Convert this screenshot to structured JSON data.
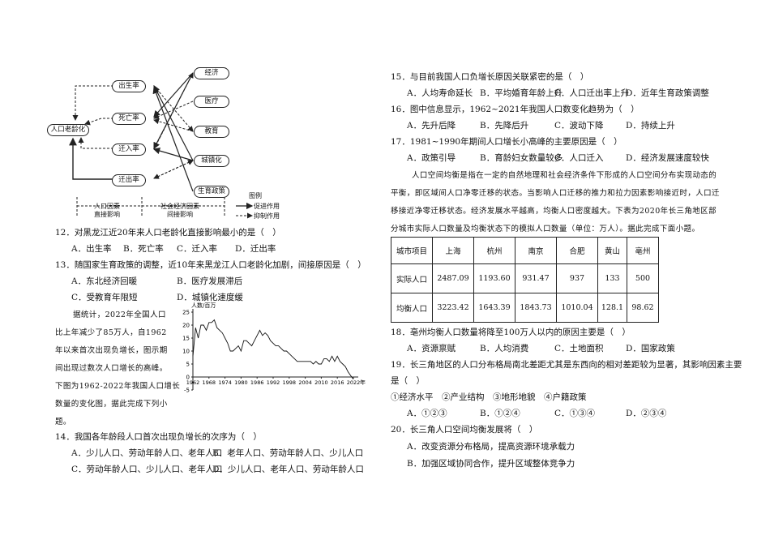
{
  "diagram": {
    "left_nodes": [
      "出生率",
      "死亡率",
      "迁入率",
      "迁出率"
    ],
    "center_node": "人口老龄化",
    "right_nodes": [
      "经济",
      "医疗",
      "教育",
      "城镇化",
      "生育政策"
    ],
    "bottom_left_label_1": "人口因素",
    "bottom_left_label_2": "直接影响",
    "bottom_mid_label_1": "社会经济因素",
    "bottom_mid_label_2": "间接影响",
    "legend_title": "图例",
    "legend_promote": "促进作用",
    "legend_inhibit": "抑制作用"
  },
  "left_questions": {
    "q12": "12．对黑龙江近20年来人口老龄化直接影响最小的是（　）",
    "q12_opts": [
      "A．出生率",
      "B．死亡率",
      "C．迁入率",
      "D．迁出率"
    ],
    "q13": "13．随国家生育政策的调整，近10年来黑龙江人口老龄化加剧，间接原因是（　）",
    "q13_opts": [
      "A．东北经济回暖",
      "B．医疗发展滞后",
      "C．受教育年限短",
      "D．城镇化速度缓"
    ],
    "passage_lines": [
      "据统计，2022年全国人口",
      "比上年减少了85万人，自1962",
      "年以来首次出现负增长，图示期",
      "间出现过数次人口增长的高峰。",
      "下图为1962-2022年我国人口增长",
      "数量的变化图，据此完成下列小",
      "题。"
    ],
    "q14": "14．我国各年龄段人口首次出现负增长的次序为（　）",
    "q14_opts": [
      "A．少儿人口、劳动年龄人口、老年人口",
      "B．老年人口、劳动年龄人口、少儿人口",
      "C．劳动年龄人口、少儿人口、老年人口",
      "D．少儿人口、老年人口、劳动年龄人口"
    ]
  },
  "chart_data": {
    "type": "line",
    "title": "",
    "ylabel": "人数/百万",
    "xlabel": "年",
    "ylim": [
      -5,
      25
    ],
    "yticks": [
      -5,
      0,
      5,
      10,
      15,
      20,
      25
    ],
    "xticks": [
      1962,
      1968,
      1974,
      1980,
      1986,
      1992,
      1998,
      2004,
      2010,
      2016,
      2022
    ],
    "x": [
      1962,
      1963,
      1964,
      1965,
      1966,
      1967,
      1968,
      1969,
      1970,
      1971,
      1972,
      1973,
      1974,
      1975,
      1976,
      1977,
      1978,
      1979,
      1980,
      1981,
      1982,
      1983,
      1984,
      1985,
      1986,
      1987,
      1988,
      1989,
      1990,
      1991,
      1992,
      1993,
      1994,
      1995,
      1996,
      1997,
      1998,
      1999,
      2000,
      2001,
      2002,
      2003,
      2004,
      2005,
      2006,
      2007,
      2008,
      2009,
      2010,
      2011,
      2012,
      2013,
      2014,
      2015,
      2016,
      2017,
      2018,
      2019,
      2020,
      2021,
      2022
    ],
    "y": [
      8,
      19,
      15,
      20,
      20,
      18,
      21,
      21,
      22,
      19,
      18,
      17,
      15,
      13,
      10,
      10,
      11,
      12,
      10,
      14,
      14,
      13,
      12,
      14,
      16,
      18,
      16,
      17,
      16,
      14,
      13,
      12,
      12,
      11,
      10,
      10,
      9,
      8,
      7,
      6,
      6,
      6,
      6,
      6,
      6,
      5,
      6,
      5,
      5,
      7,
      7,
      6,
      8,
      6,
      8,
      6,
      5,
      4,
      2,
      0.5,
      -0.85
    ]
  },
  "right_questions": {
    "q15": "15．与目前我国人口负增长原因关联紧密的是（　）",
    "q15_opts": [
      "A．人均寿命延长",
      "B．平均婚育年龄上升",
      "C．人口迁出率上升",
      "D．近年生育政策调整"
    ],
    "q16": "16．图中信息显示，1962~2021年我国人口数变化趋势为（　）",
    "q16_opts": [
      "A．先升后降",
      "B．先降后升",
      "C．波动下降",
      "D．持续上升"
    ],
    "q17": "17．1981~1990年期间人口增长小高峰的主要原因是（　）",
    "q17_opts": [
      "A．政策引导",
      "B．育龄妇女数量较多",
      "C．人口迁入",
      "D．经济发展速度较快"
    ],
    "passage_lines": [
      "人口空间均衡是指在一定的自然地理和社会经济条件下形成的人口空间分布实现动态的",
      "平衡，即区域间人口净零迁移的状态。当影响人口迁移的推力和拉力因素影响接近时，人口迁",
      "移接近净零迁移状态。经济发展水平越高，均衡人口密度越大。下表为2020年长三角地区部",
      "分城市实际人口数量及均衡状态下的模拟人口数量（单位：万人）。据此完成下面小题。"
    ],
    "table": {
      "header": [
        "城市项目",
        "上海",
        "杭州",
        "南京",
        "合肥",
        "黄山",
        "亳州"
      ],
      "rows": [
        [
          "实际人口",
          "2487.09",
          "1193.60",
          "931.47",
          "937",
          "133",
          "500"
        ],
        [
          "均衡人口",
          "3223.42",
          "1643.39",
          "1843.73",
          "1010.04",
          "128.1",
          "98.62"
        ]
      ]
    },
    "q18": "18．亳州均衡人口数量将降至100万人以内的原因主要是（　）",
    "q18_opts": [
      "A．资源禀赋",
      "B．人均消费",
      "C．土地面积",
      "D．国家政策"
    ],
    "q19": "19．长三角地区的人口分布格局南北差距尤其是东西向的相对差距较为显著，其影响因素主要",
    "q19_cont": "是（　）",
    "q19_items": "①经济水平　②产业结构　③地形地貌　④户籍政策",
    "q19_opts": [
      "A．①②③",
      "B．①②④",
      "C．①③④",
      "D．②③④"
    ],
    "q20": "20．长三角人口空间均衡发展将（　）",
    "q20_opts": [
      "A．改变资源分布格局，提高资源环境承载力",
      "B．加强区域协同合作，提升区域整体竞争力"
    ]
  }
}
